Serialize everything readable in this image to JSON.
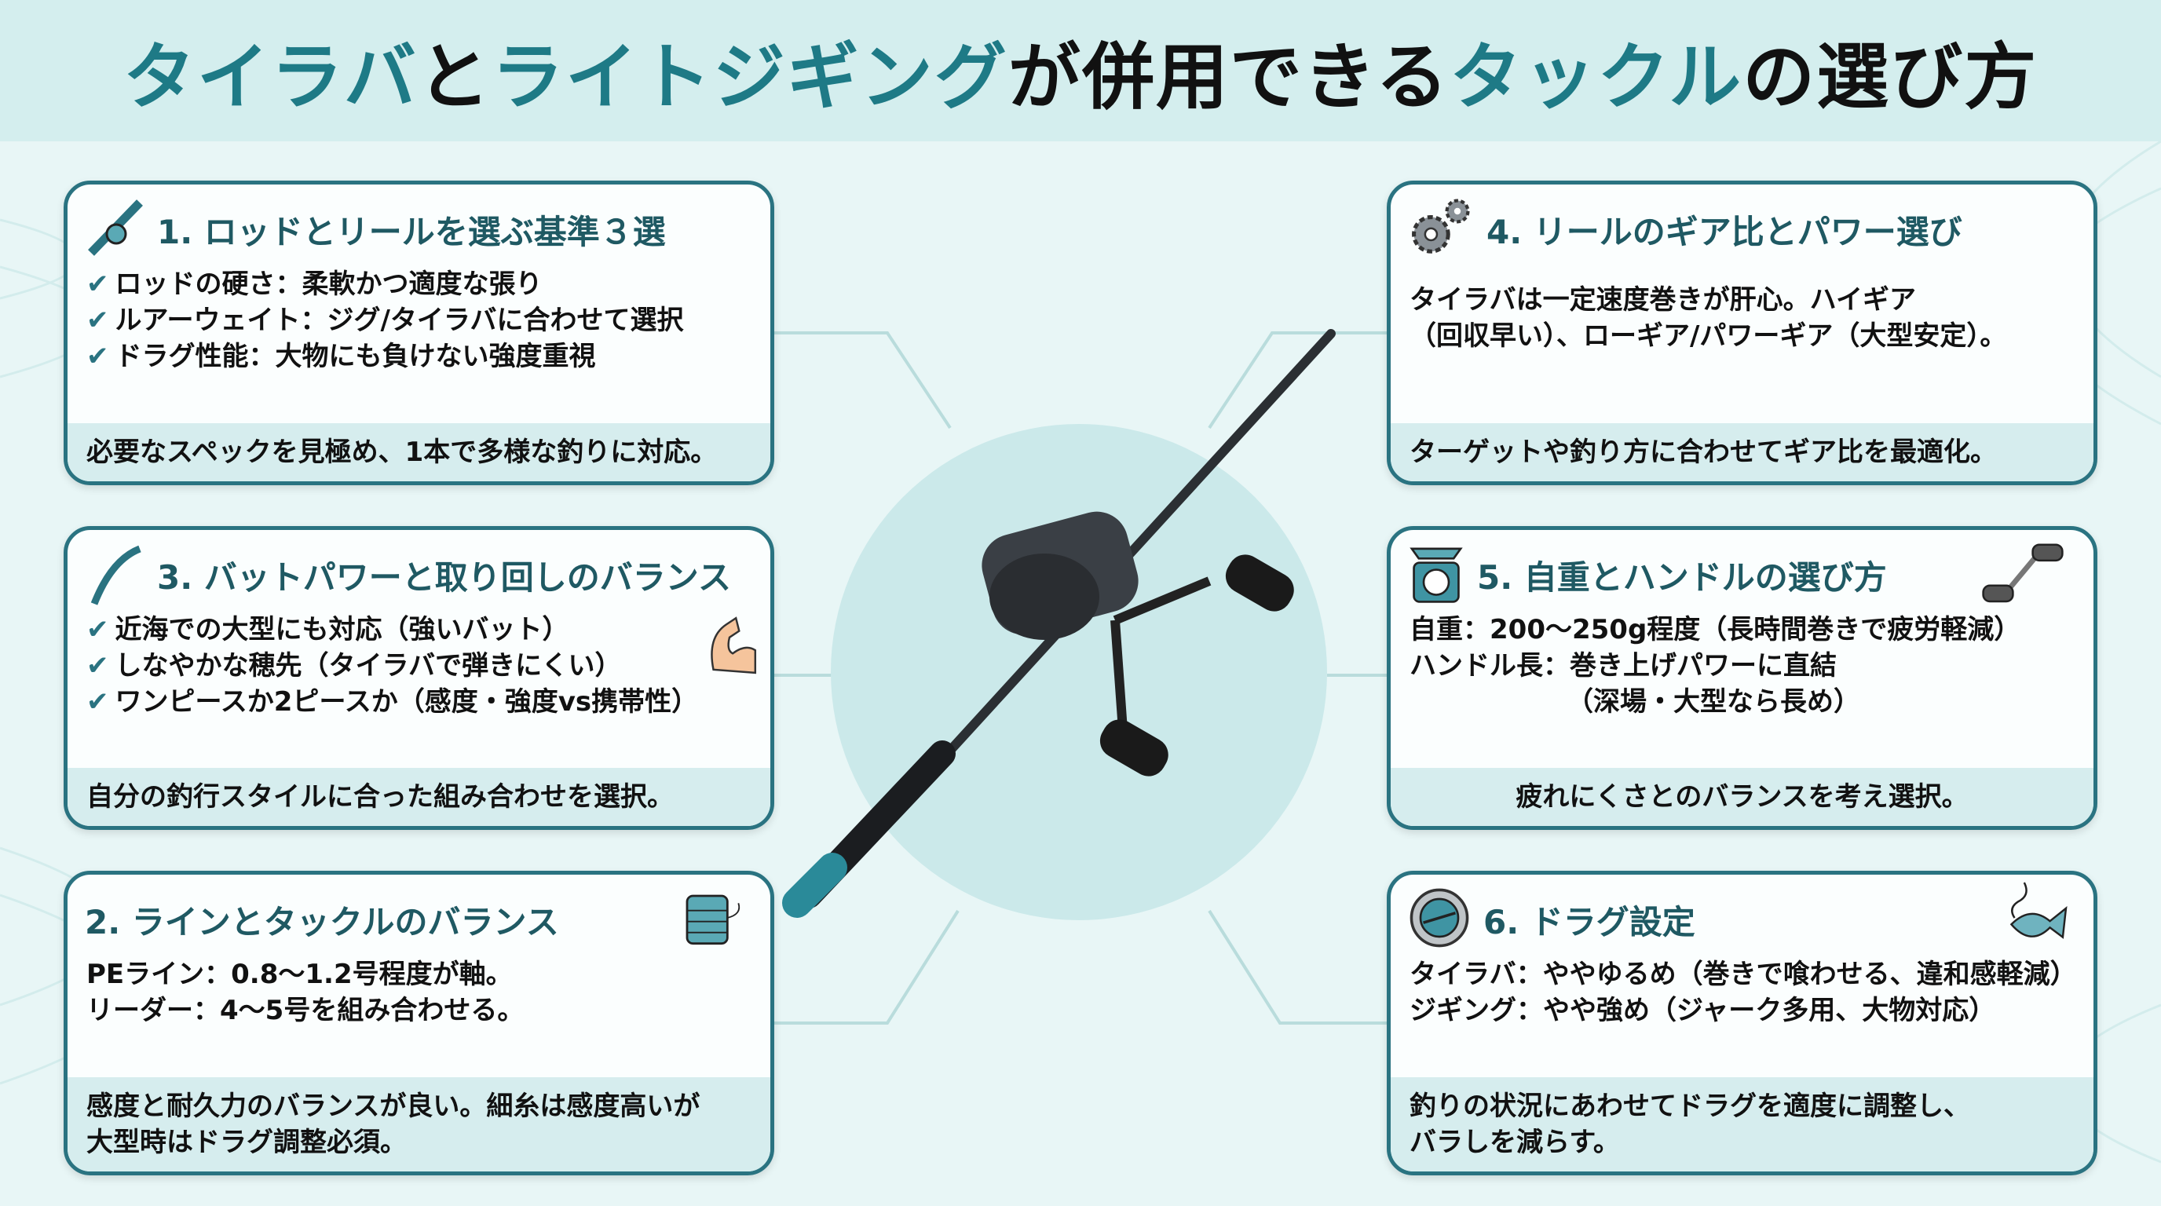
{
  "title": {
    "part1": "タイラバ",
    "part2": "と",
    "part3": "ライトジギング",
    "part4": "が併用できる",
    "part5": "タックル",
    "part6": "の選び方"
  },
  "colors": {
    "accent": "#1e7a86",
    "border": "#2a7381",
    "background": "#e8f6f6",
    "footer": "#d6edee"
  },
  "cards": [
    {
      "heading": "1. ロッドとリールを選ぶ基準３選",
      "icon": "rod-reel-icon",
      "items": [
        "ロッドの硬さ：柔軟かつ適度な張り",
        "ルアーウェイト：ジグ/タイラバに合わせて選択",
        "ドラグ性能：大物にも負けない強度重視"
      ],
      "footer": "必要なスペックを見極め、1本で多様な釣りに対応。"
    },
    {
      "heading": "3. バットパワーと取り回しのバランス",
      "icon": "bending-rod-icon",
      "extra_icon": "flexed-arm-icon",
      "items": [
        "近海での大型にも対応（強いバット）",
        "しなやかな穂先（タイラバで弾きにくい）",
        "ワンピースか2ピースか（感度・強度vs携帯性）"
      ],
      "footer": "自分の釣行スタイルに合った組み合わせを選択。"
    },
    {
      "heading": "2. ラインとタックルのバランス",
      "icon": "line-spool-icon",
      "lines": [
        "PEライン：0.8〜1.2号程度が軸。",
        "リーダー：4〜5号を組み合わせる。"
      ],
      "footer": [
        "感度と耐久力のバランスが良い。細糸は感度高いが",
        "大型時はドラグ調整必須。"
      ]
    },
    {
      "heading": "4. リールのギア比とパワー選び",
      "icon": "gears-icon",
      "lines": [
        "タイラバは一定速度巻きが肝心。ハイギア",
        "（回収早い）、ローギア/パワーギア（大型安定）。"
      ],
      "footer": "ターゲットや釣り方に合わせてギア比を最適化。"
    },
    {
      "heading": "5. 自重とハンドルの選び方",
      "icon": "scale-icon",
      "extra_icon": "reel-handle-icon",
      "lines": [
        "自重：200〜250g程度（長時間巻きで疲労軽減）",
        "ハンドル長：巻き上げパワーに直結",
        "（深場・大型なら長め）"
      ],
      "footer": "疲れにくさとのバランスを考え選択。"
    },
    {
      "heading": "6. ドラグ設定",
      "icon": "drag-knob-icon",
      "extra_icon": "hooked-fish-icon",
      "lines": [
        "タイラバ：ややゆるめ（巻きで喰わせる、違和感軽減）",
        "ジギング：やや強め（ジャーク多用、大物対応）"
      ],
      "footer": [
        "釣りの状況にあわせてドラグを適度に調整し、",
        "バラしを減らす。"
      ]
    }
  ]
}
